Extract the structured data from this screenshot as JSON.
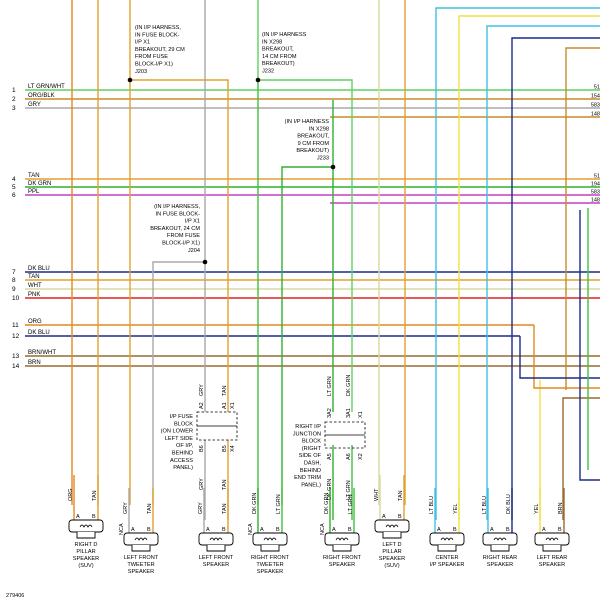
{
  "colors": {
    "lt_grn_wht": "#60d060",
    "org_blk": "#c98a2a",
    "gry": "#a8a8a8",
    "tan": "#e0a030",
    "dk_grn": "#30b030",
    "ppl": "#c040c0",
    "dk_blu": "#1a2a8a",
    "wht": "#d9d9a0",
    "pnk": "#e02020",
    "org": "#e08a20",
    "brn": "#9a6a30",
    "lt_blu": "#40c0e0",
    "yel": "#f0e040",
    "lt_grn": "#40c040"
  },
  "rows": [
    {
      "num": "1",
      "label": "LT GRN/WHT",
      "code": "51"
    },
    {
      "num": "2",
      "label": "ORG/BLK",
      "code": "154"
    },
    {
      "num": "3",
      "label": "GRY",
      "code": "583"
    },
    {
      "num": "",
      "label": "",
      "code": "148"
    },
    {
      "num": "4",
      "label": "TAN",
      "code": "51"
    },
    {
      "num": "5",
      "label": "DK GRN",
      "code": "194"
    },
    {
      "num": "6",
      "label": "PPL",
      "code": "583"
    },
    {
      "num": "",
      "label": "",
      "code": "148"
    },
    {
      "num": "7",
      "label": "DK BLU",
      "code": ""
    },
    {
      "num": "8",
      "label": "TAN",
      "code": ""
    },
    {
      "num": "9",
      "label": "WHT",
      "code": ""
    },
    {
      "num": "10",
      "label": "PNK",
      "code": ""
    },
    {
      "num": "11",
      "label": "ORG",
      "code": ""
    },
    {
      "num": "12",
      "label": "DK BLU",
      "code": ""
    },
    {
      "num": "13",
      "label": "BRN/WHT",
      "code": ""
    },
    {
      "num": "14",
      "label": "BRN",
      "code": ""
    }
  ],
  "notes": {
    "j203": [
      "(IN I/P HARNESS,",
      "IN FUSE BLOCK-",
      "I/P X1",
      "BREAKOUT, 29 CM",
      "FROM FUSE",
      "BLOCK-I/P X1)",
      "J203"
    ],
    "j232": [
      "(IN I/P HARNESS",
      "IN X298",
      "BREAKOUT,",
      "14 CM FROM",
      "BREAKOUT)",
      "J232"
    ],
    "j233": [
      "(IN I/P HARNESS",
      "IN X298",
      "BREAKOUT,",
      "9 CM FROM",
      "BREAKOUT)",
      "J233"
    ],
    "j204": [
      "(IN I/P HARNESS,",
      "IN FUSE BLOCK-",
      "I/P X1",
      "BREAKOUT, 24 CM",
      "FROM FUSE",
      "BLOCK-I/P X1)",
      "J204"
    ],
    "fuse_block": [
      "I/P FUSE",
      "BLOCK",
      "(ON LOWER",
      "LEFT SIDE",
      "OF I/P,",
      "BEHIND",
      "ACCESS",
      "PANEL)"
    ],
    "junction_block": [
      "RIGHT I/P",
      "JUNCTION",
      "BLOCK",
      "(RIGHT",
      "SIDE OF",
      "DASH,",
      "BEHIND",
      "END TRIM",
      "PANEL)"
    ]
  },
  "vertical_wire_labels": {
    "gry_top": "GRY",
    "tan_top": "TAN",
    "lt_grn_top": "LT GRN",
    "dk_grn_top": "DK GRN",
    "a2": "A2",
    "a1": "A1",
    "x1": "X1",
    "b6": "B6",
    "b5": "B5",
    "x4": "X4",
    "3a2": "3A2",
    "3a1": "3A1",
    "a5": "A5",
    "a6": "A6",
    "x2": "X2"
  },
  "speakers": [
    {
      "id": "rd_pillar",
      "name": [
        "RIGHT D",
        "PILLAR",
        "SPEAKER",
        "(SUV)"
      ],
      "pin_a": "ORG",
      "pin_b": "TAN",
      "nca": false
    },
    {
      "id": "lf_tweeter",
      "name": [
        "LEFT FRONT",
        "TWEETER",
        "SPEAKER"
      ],
      "pin_a": "GRY",
      "pin_b": "TAN",
      "nca": true
    },
    {
      "id": "lf_speaker",
      "name": [
        "LEFT FRONT",
        "SPEAKER"
      ],
      "pin_a": "GRY",
      "pin_b": "TAN",
      "nca": false
    },
    {
      "id": "rf_tweeter",
      "name": [
        "RIGHT FRONT",
        "TWEETER",
        "SPEAKER"
      ],
      "pin_a": "DK GRN",
      "pin_b": "LT GRN",
      "nca": true
    },
    {
      "id": "rf_speaker",
      "name": [
        "RIGHT FRONT",
        "SPEAKER"
      ],
      "pin_a": "DK GRN",
      "pin_b": "LT GRN",
      "nca": true
    },
    {
      "id": "ld_pillar",
      "name": [
        "LEFT D",
        "PILLAR",
        "SPEAKER",
        "(SUV)"
      ],
      "pin_a": "WHT",
      "pin_b": "TAN",
      "nca": false
    },
    {
      "id": "center",
      "name": [
        "CENTER",
        "I/P SPEAKER"
      ],
      "pin_a": "LT BLU",
      "pin_b": "YEL",
      "nca": false
    },
    {
      "id": "rr_speaker",
      "name": [
        "RIGHT REAR",
        "SPEAKER"
      ],
      "pin_a": "LT BLU",
      "pin_b": "DK BLU",
      "nca": false
    },
    {
      "id": "lr_speaker",
      "name": [
        "LEFT REAR",
        "SPEAKER"
      ],
      "pin_a": "YEL",
      "pin_b": "BRN",
      "nca": false
    }
  ],
  "pin_letters": {
    "a": "A",
    "b": "B",
    "nca": "NCA"
  },
  "figure_id": "279406"
}
